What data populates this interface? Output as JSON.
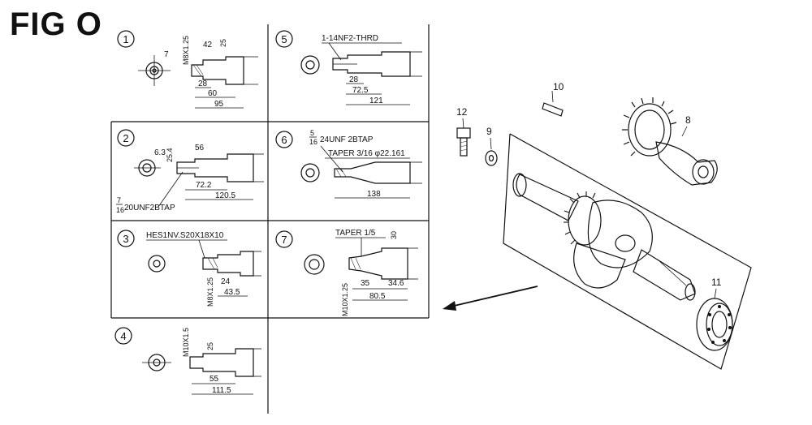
{
  "figure": {
    "title": "FIG O"
  },
  "variants": [
    {
      "num": "1",
      "dims": [
        "7",
        "M8X1.25",
        "42",
        "25",
        "28",
        "60",
        "95"
      ]
    },
    {
      "num": "2",
      "dims": [
        "6.3",
        "25.4",
        "56",
        "72.2",
        "120.5"
      ],
      "thread_frac_num": "7",
      "thread_frac_den": "16",
      "thread": "20UNF2BTAP"
    },
    {
      "num": "3",
      "dims": [
        "M8X1.25",
        "24",
        "43.5"
      ],
      "spline": "HES1NV.S20X18X10"
    },
    {
      "num": "4",
      "dims": [
        "M10X1.5",
        "25",
        "55",
        "111.5"
      ]
    },
    {
      "num": "5",
      "dims": [
        "28",
        "72.5",
        "121"
      ],
      "thread": "1-14NF2-THRD"
    },
    {
      "num": "6",
      "dims": [
        "138"
      ],
      "thread_frac_num": "5",
      "thread_frac_den": "16",
      "thread": "24UNF 2BTAP",
      "taper": "TAPER 3/16 φ22.161"
    },
    {
      "num": "7",
      "dims": [
        "30",
        "35",
        "34.6",
        "80.5",
        "M10X1.25"
      ],
      "taper": "TAPER 1/5"
    }
  ],
  "callouts": [
    {
      "num": "8",
      "part": "camshaft-gear"
    },
    {
      "num": "9",
      "part": "washer"
    },
    {
      "num": "10",
      "part": "key"
    },
    {
      "num": "11",
      "part": "bearing"
    },
    {
      "num": "12",
      "part": "bolt"
    }
  ]
}
